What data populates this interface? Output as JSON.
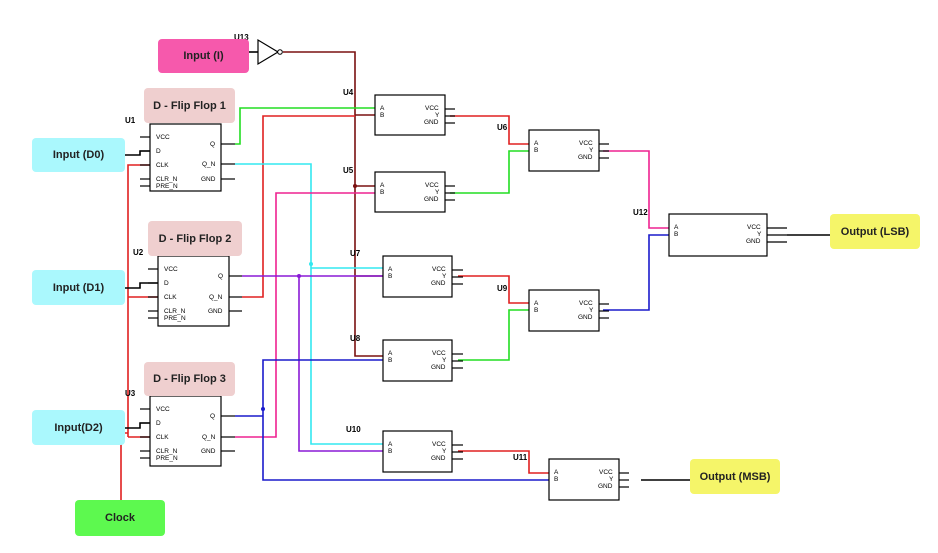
{
  "labels": {
    "input_i": "Input (I)",
    "input_d0": "Input (D0)",
    "input_d1": "Input (D1)",
    "input_d2": "Input(D2)",
    "clock": "Clock",
    "ff1": "D - Flip Flop 1",
    "ff2": "D - Flip Flop 2",
    "ff3": "D - Flip Flop 3",
    "out_lsb": "Output (LSB)",
    "out_msb": "Output (MSB)"
  },
  "parts": {
    "u1": "U1",
    "u2": "U2",
    "u3": "U3",
    "u4": "U4",
    "u5": "U5",
    "u6": "U6",
    "u7": "U7",
    "u8": "U8",
    "u9": "U9",
    "u10": "U10",
    "u11": "U11",
    "u12": "U12",
    "u13": "U13"
  },
  "ff_pins": {
    "vcc": "VCC",
    "d": "D",
    "clk": "CLK",
    "clr": "CLR_N",
    "pre": "PRE_N",
    "q": "Q",
    "qn": "Q_N",
    "gnd": "GND"
  },
  "gate_pins": {
    "a": "A",
    "b": "B",
    "vcc": "VCC",
    "y": "Y",
    "gnd": "GND"
  },
  "colors": {
    "red": "#e02020",
    "darkred": "#7a1010",
    "green": "#22dd22",
    "cyan": "#33e8f0",
    "magenta": "#ee2290",
    "purple": "#8a1ad6",
    "blue": "#1a1acc"
  }
}
